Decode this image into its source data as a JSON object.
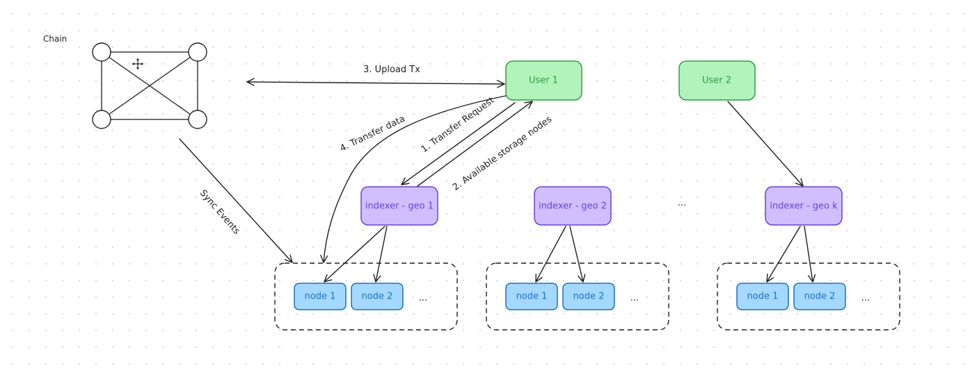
{
  "chain": {
    "label": "Chain"
  },
  "users": [
    {
      "label": "User 1"
    },
    {
      "label": "User 2"
    }
  ],
  "indexers": [
    {
      "label": "indexer - geo 1"
    },
    {
      "label": "indexer - geo 2"
    },
    {
      "label": "indexer - geo k"
    }
  ],
  "indexer_ellipsis": "...",
  "clusters": [
    {
      "nodes": [
        "node 1",
        "node 2"
      ],
      "ellipsis": "..."
    },
    {
      "nodes": [
        "node 1",
        "node 2"
      ],
      "ellipsis": "..."
    },
    {
      "nodes": [
        "node 1",
        "node 2"
      ],
      "ellipsis": "..."
    }
  ],
  "edge_labels": {
    "upload_tx": "3. Upload Tx",
    "transfer_data": "4. Transfer data",
    "transfer_request": "1. Transfer Request",
    "available_nodes": "2. Available storage nodes",
    "sync_events": "Sync Events"
  },
  "colors": {
    "user_fill": "#b2f2bb",
    "user_stroke": "#2f9e44",
    "indexer_fill": "#d0bfff",
    "indexer_stroke": "#6741d9",
    "node_fill": "#a5d8ff",
    "node_stroke": "#1971c2",
    "line": "#1e1e1e"
  }
}
